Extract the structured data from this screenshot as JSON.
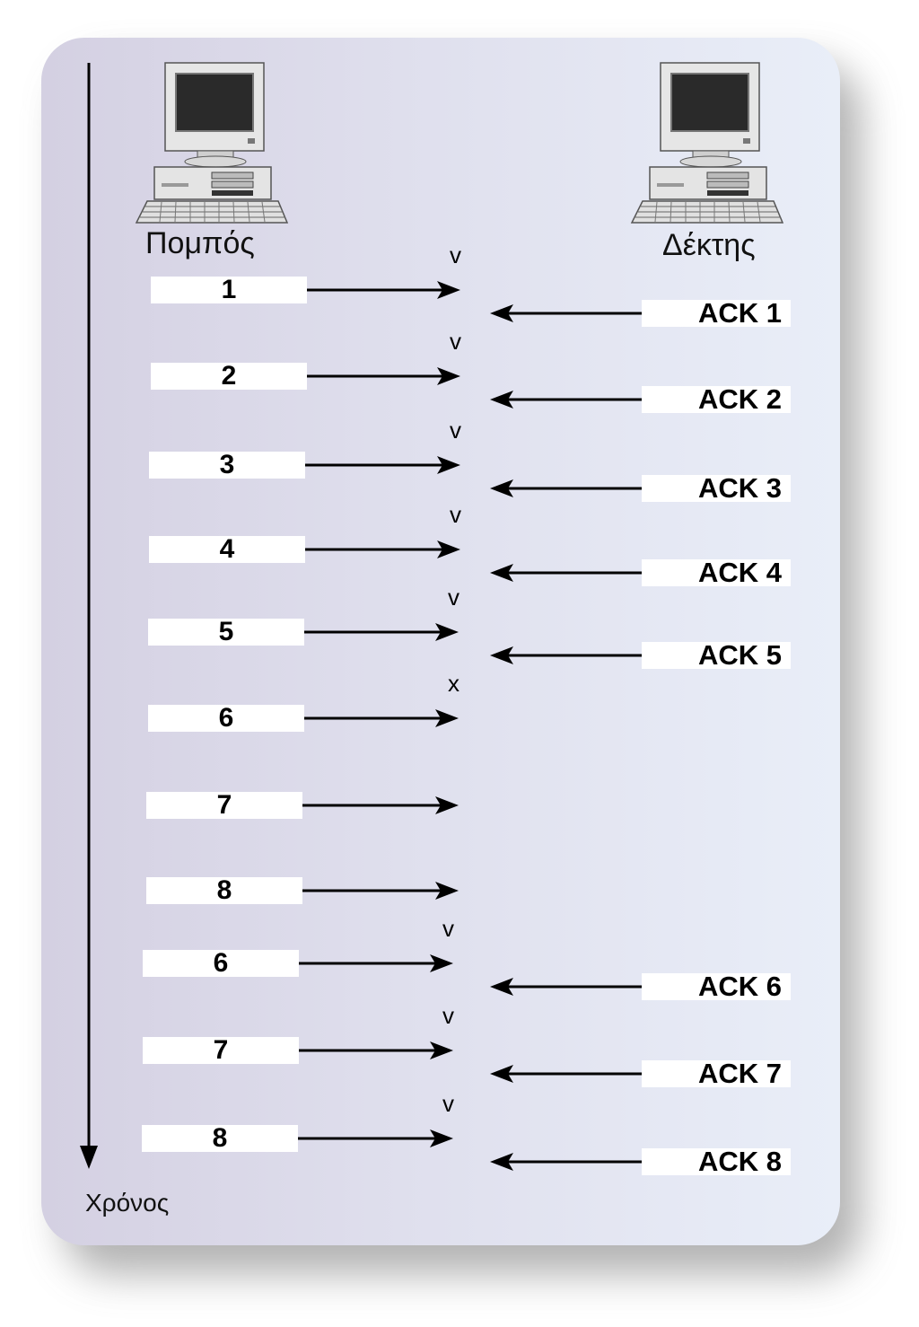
{
  "sender_label": "Πομπός",
  "receiver_label": "Δέκτης",
  "time_label": "Χρόνος",
  "packets": [
    {
      "number": "1",
      "mark": "v",
      "ack": "ACK 1"
    },
    {
      "number": "2",
      "mark": "v",
      "ack": "ACK 2"
    },
    {
      "number": "3",
      "mark": "v",
      "ack": "ACK 3"
    },
    {
      "number": "4",
      "mark": "v",
      "ack": "ACK 4"
    },
    {
      "number": "5",
      "mark": "v",
      "ack": "ACK 5"
    },
    {
      "number": "6",
      "mark": "x",
      "ack": ""
    },
    {
      "number": "7",
      "mark": "",
      "ack": ""
    },
    {
      "number": "8",
      "mark": "",
      "ack": ""
    },
    {
      "number": "6",
      "mark": "v",
      "ack": "ACK 6"
    },
    {
      "number": "7",
      "mark": "v",
      "ack": "ACK 7"
    },
    {
      "number": "8",
      "mark": "v",
      "ack": "ACK 8"
    }
  ]
}
